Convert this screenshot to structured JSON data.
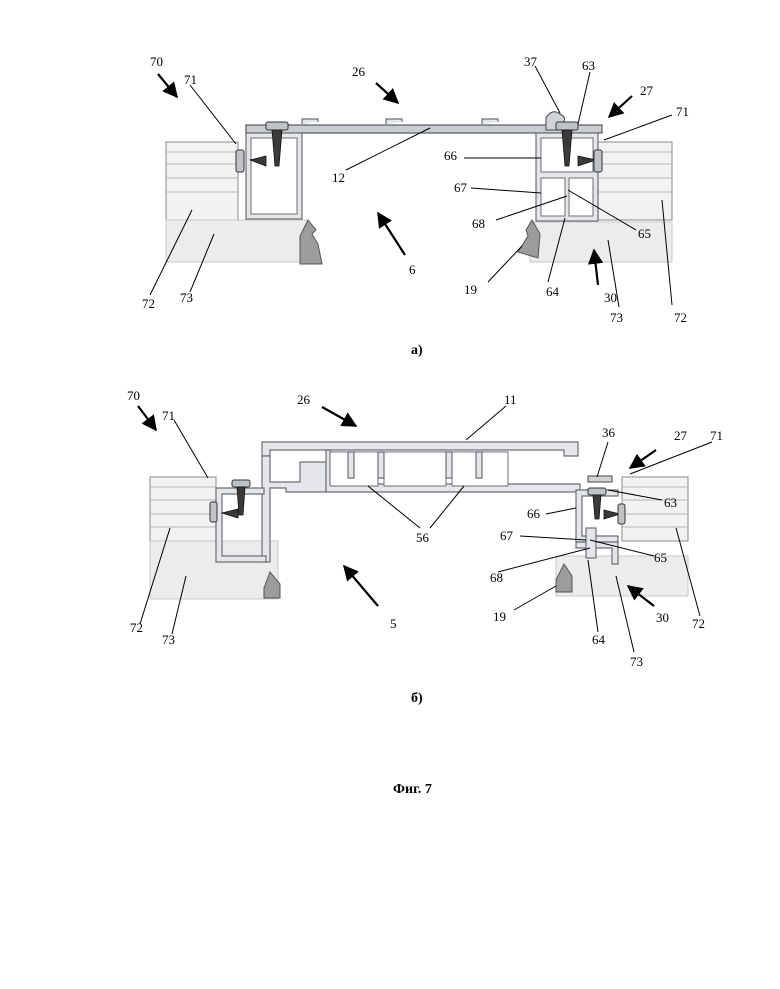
{
  "figure_a": {
    "caption": "а)",
    "labels": {
      "l70": "70",
      "l71a": "71",
      "l26": "26",
      "l37": "37",
      "l63": "63",
      "l27": "27",
      "l71b": "71",
      "l66": "66",
      "l12": "12",
      "l67": "67",
      "l68": "68",
      "l65": "65",
      "l72a": "72",
      "l73a": "73",
      "l6": "6",
      "l19": "19",
      "l64": "64",
      "l30": "30",
      "l73b": "73",
      "l72b": "72"
    }
  },
  "figure_b": {
    "caption": "б)",
    "labels": {
      "l70": "70",
      "l71a": "71",
      "l26": "26",
      "l11": "11",
      "l36": "36",
      "l27": "27",
      "l71b": "71",
      "l63": "63",
      "l66": "66",
      "l56": "56",
      "l67": "67",
      "l65": "65",
      "l68": "68",
      "l72a": "72",
      "l73a": "73",
      "l5": "5",
      "l19": "19",
      "l64": "64",
      "l30": "30",
      "l72b": "72",
      "l73b": "73"
    }
  },
  "figure_title": "Фиг. 7"
}
